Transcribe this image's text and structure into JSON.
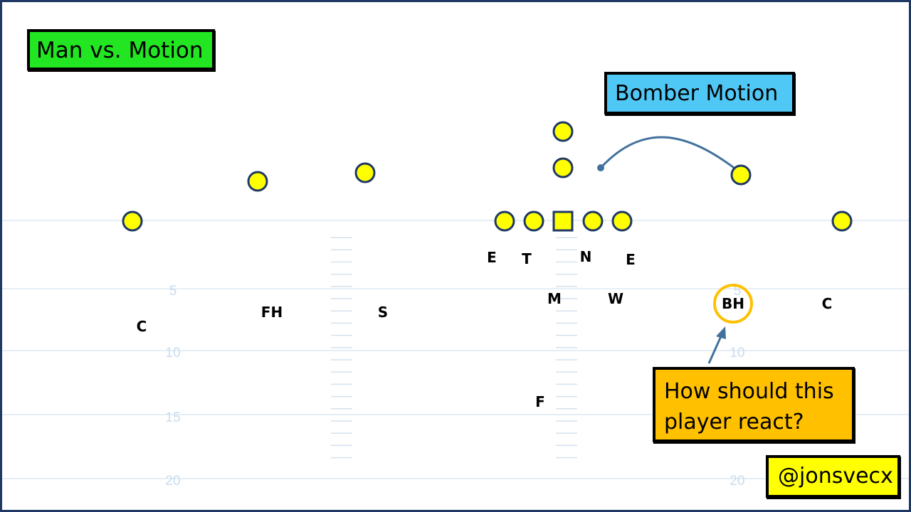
{
  "title": "Man vs. Motion",
  "motion_label": "Bomber Motion",
  "question": {
    "line1": "How should this",
    "line2": "player react?"
  },
  "handle": "@jonsvecx",
  "yard_numbers": [
    "5",
    "10",
    "15",
    "20"
  ],
  "defense_labels": {
    "c_left": "C",
    "fh": "FH",
    "s": "S",
    "e_left": "E",
    "t": "T",
    "n": "N",
    "e_right": "E",
    "m": "M",
    "w": "W",
    "bh": "BH",
    "c_right": "C",
    "f": "F"
  },
  "colors": {
    "player_fill": "#ffff00",
    "player_stroke": "#1f3864",
    "highlight_ring": "#ffc000",
    "motion_path": "#41719c",
    "field_lines": "#dde8f2",
    "yard_numbers": "#c9dced"
  }
}
